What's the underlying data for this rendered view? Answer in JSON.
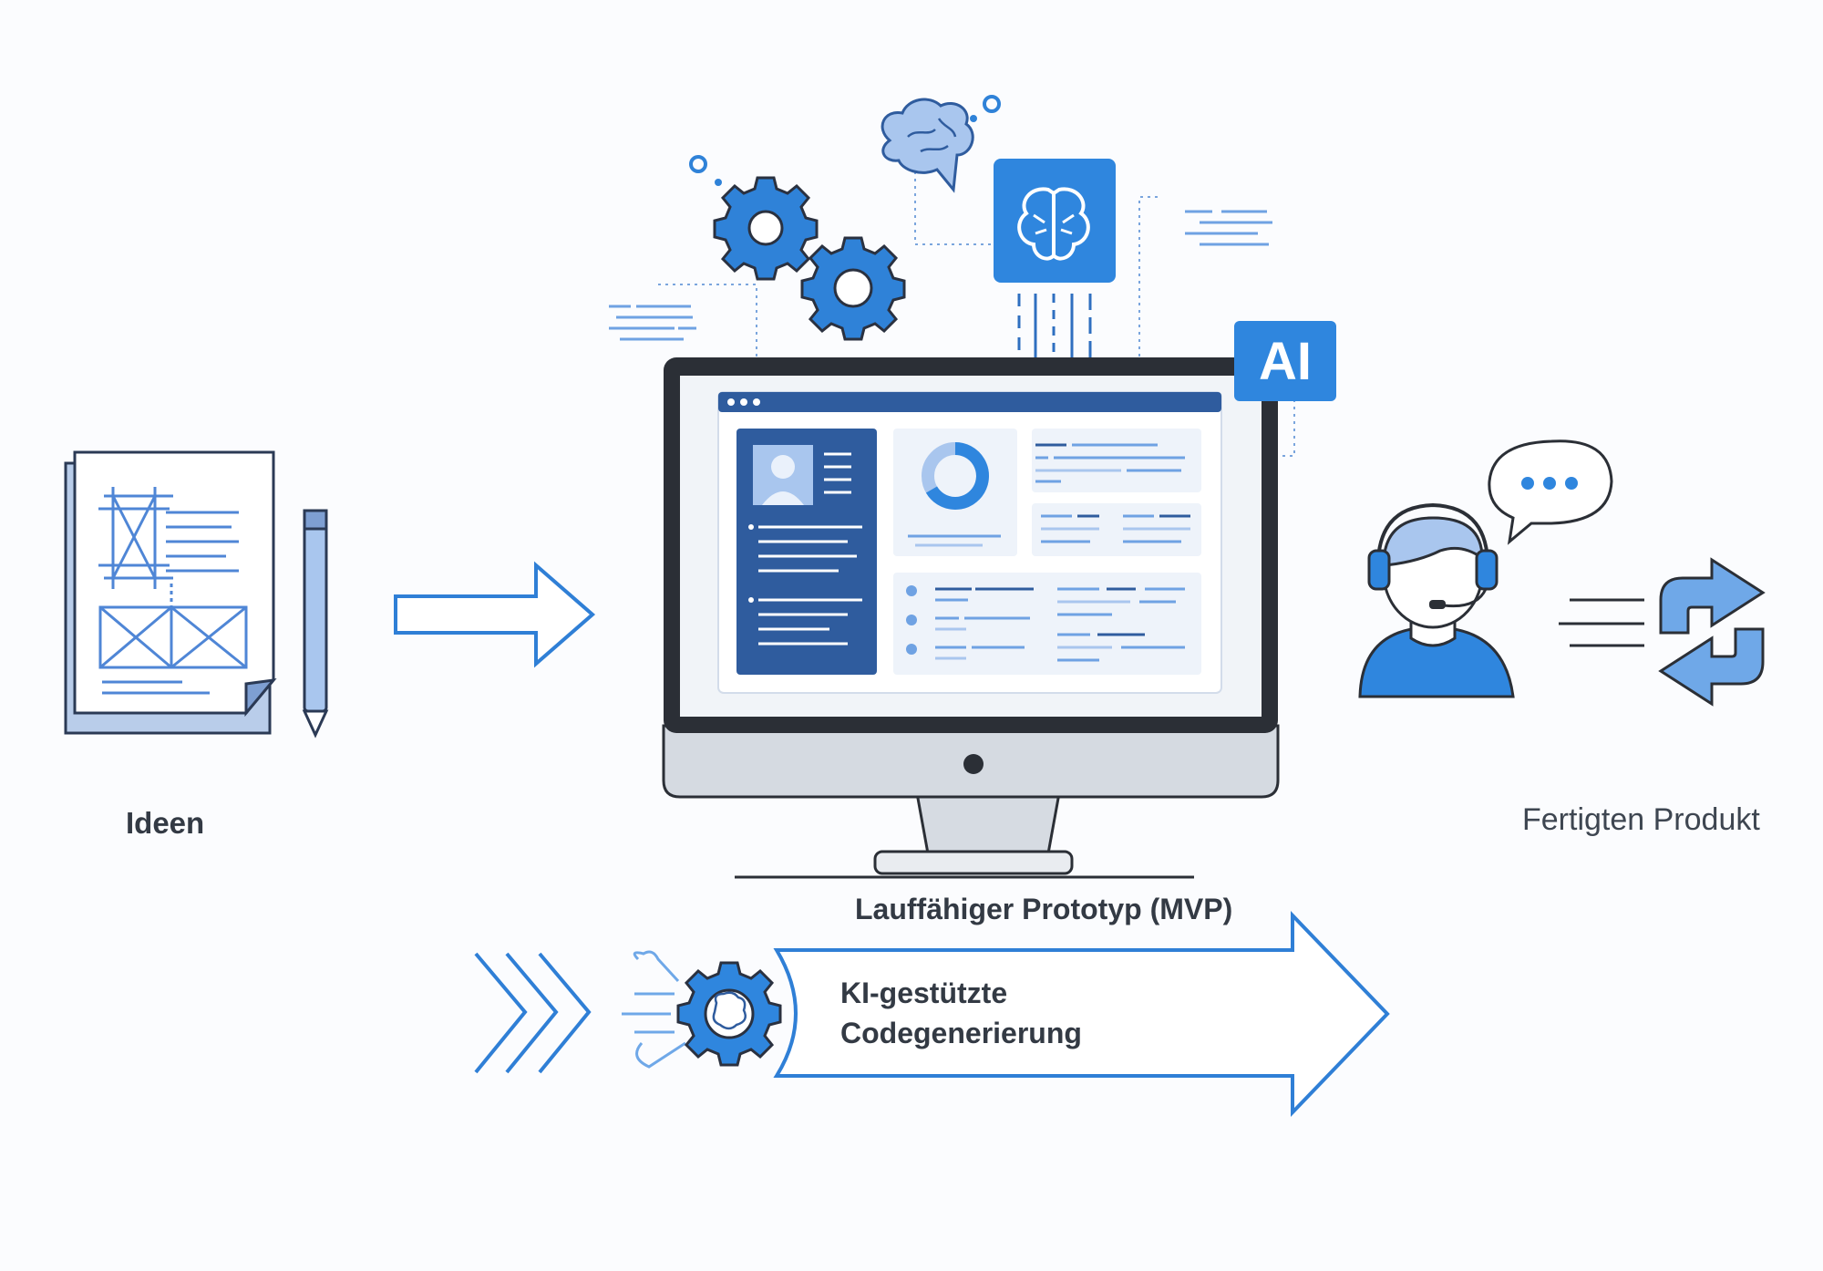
{
  "stages": {
    "ideas": {
      "label": "Ideen"
    },
    "prototype": {
      "label": "Lauffähiger Prototyp (MVP)",
      "badge": "AI"
    },
    "product": {
      "label": "Fertigten Produkt"
    }
  },
  "process": {
    "line1": "KI-gestützte",
    "line2": "Codegenerierung"
  },
  "icons": [
    "document-sketch-icon",
    "pencil-icon",
    "arrow-right-icon",
    "gear-icon",
    "brain-icon",
    "ai-chip-icon",
    "monitor-icon",
    "support-agent-icon",
    "chat-bubble-icon",
    "refresh-cycle-icon",
    "chevrons-icon",
    "ai-gear-icon"
  ],
  "colors": {
    "primary": "#2f82d8",
    "light": "#a9c6ee",
    "dark": "#2f5c9e",
    "outline": "#2b2f36"
  }
}
